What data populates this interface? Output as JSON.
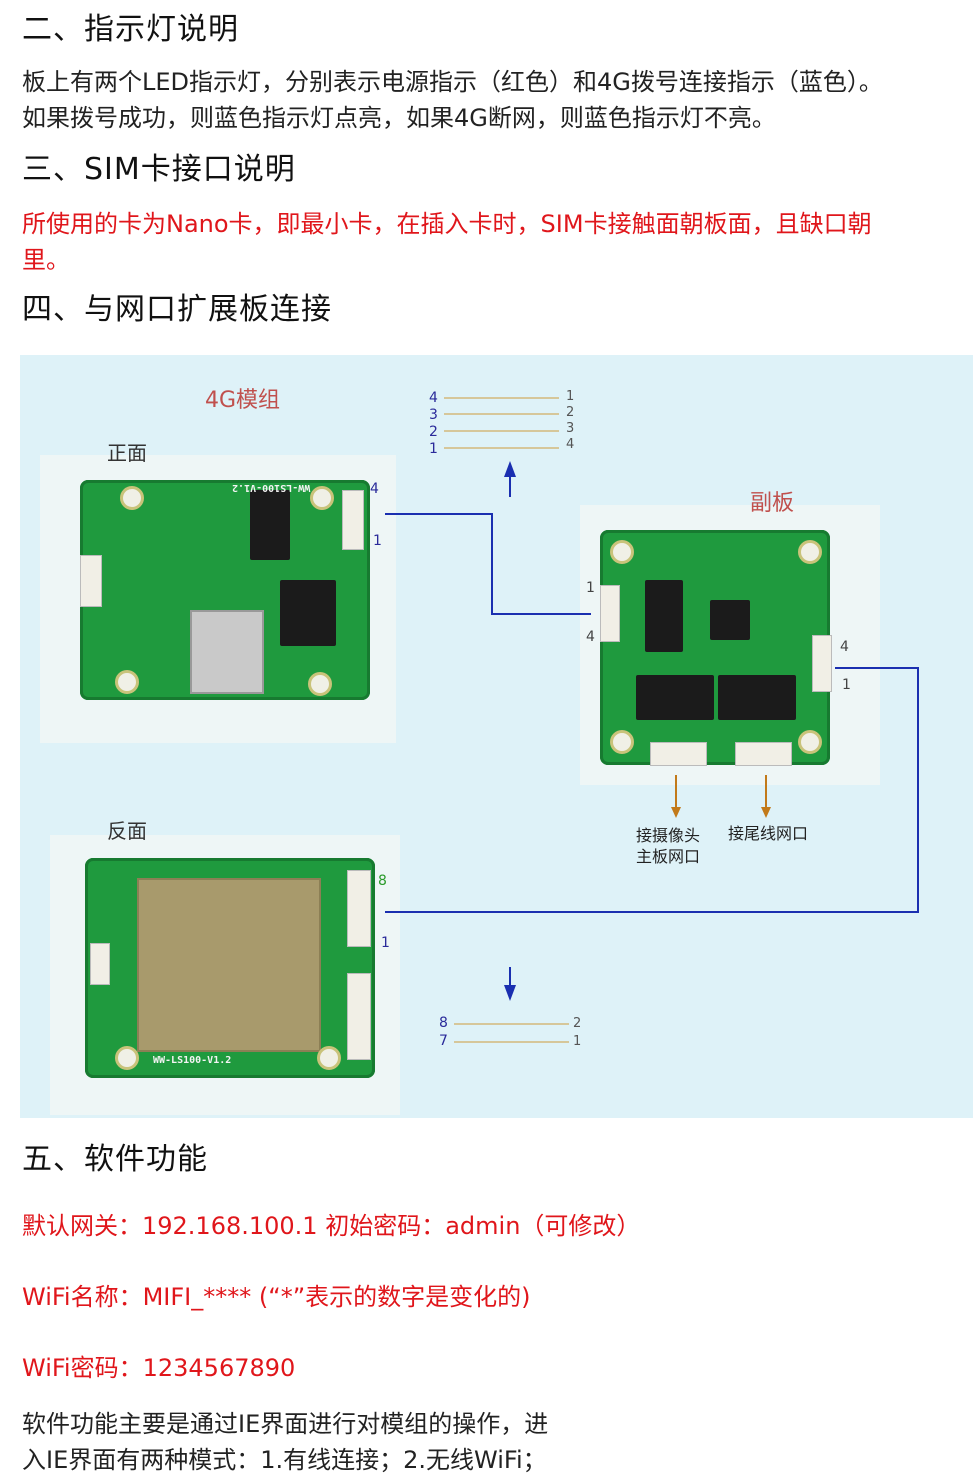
{
  "sections": {
    "s2_title": "二、指示灯说明",
    "s2_line1": "板上有两个LED指示灯，分别表示电源指示（红色）和4G拨号连接指示（蓝色）。",
    "s2_line2": "如果拨号成功，则蓝色指示灯点亮，如果4G断网，则蓝色指示灯不亮。",
    "s3_title": "三、SIM卡接口说明",
    "s3_line1": "所使用的卡为Nano卡，即最小卡，在插入卡时，SIM卡接触面朝板面，且缺口朝",
    "s3_line2": "里。",
    "s4_title": "四、与网口扩展板连接",
    "s5_title": "五、软件功能",
    "gateway": "默认网关：192.168.100.1  初始密码：admin（可修改）",
    "wifi_name": "WiFi名称：MIFI_**** (“*”表示的数字是变化的)",
    "wifi_pwd": "WiFi密码：1234567890",
    "s5_line1": "软件功能主要是通过IE界面进行对模组的操作，进",
    "s5_line2": "入IE界面有两种模式：1.有线连接；2.无线WiFi；"
  },
  "diagram": {
    "module_label": "4G模组",
    "front_label": "正面",
    "back_label": "反面",
    "sub_label": "副板",
    "board_silkscreen": "WW-LS100-V1.2",
    "top_wire_left": [
      "4",
      "3",
      "2",
      "1"
    ],
    "top_wire_right": [
      "1",
      "2",
      "3",
      "4"
    ],
    "bottom_wire_left": [
      "8",
      "7"
    ],
    "bottom_wire_right": [
      "2",
      "1"
    ],
    "front_pin_top": "4",
    "front_pin_bottom": "1",
    "sub_left_pin_top": "1",
    "sub_left_pin_bottom": "4",
    "sub_right_pin_top": "4",
    "sub_right_pin_bottom": "1",
    "back_pin_top": "8",
    "back_pin_bottom": "1",
    "cap_camera_1": "接摄像头",
    "cap_camera_2": "主板网口",
    "cap_tail": "接尾线网口",
    "colors": {
      "wire": "#1a2fb0",
      "arrow_orange": "#c27a1a",
      "board": "#1f9a3e",
      "background": "#def2f8"
    }
  }
}
